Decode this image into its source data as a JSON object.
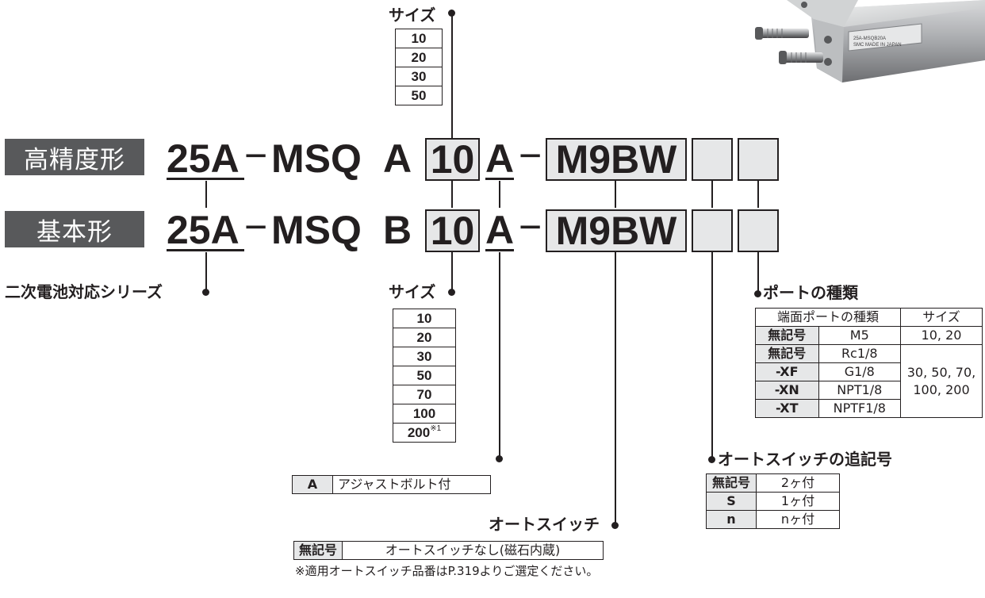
{
  "model_rows": {
    "high_precision": {
      "badge": "高精度形",
      "prefix": "25A",
      "dash1": "−",
      "series": "MSQ",
      "type": "A",
      "size": "10",
      "adjust": "A",
      "dash2": "−",
      "switch": "M9BW"
    },
    "basic": {
      "badge": "基本形",
      "prefix": "25A",
      "dash1": "−",
      "series": "MSQ",
      "type": "B",
      "size": "10",
      "adjust": "A",
      "dash2": "−",
      "switch": "M9BW"
    }
  },
  "top_size": {
    "label": "サイズ",
    "values": [
      "10",
      "20",
      "30",
      "50"
    ]
  },
  "battery_series": {
    "label": "二次電池対応シリーズ"
  },
  "bottom_size": {
    "label": "サイズ",
    "values": [
      "10",
      "20",
      "30",
      "50",
      "70",
      "100",
      "200"
    ],
    "footnote_mark": "※1"
  },
  "adjust_bolt": {
    "code": "A",
    "description": "アジャストボルト付"
  },
  "auto_switch": {
    "label": "オートスイッチ",
    "code": "無記号",
    "description": "オートスイッチなし(磁石内蔵)",
    "note": "※適用オートスイッチ品番はP.319よりご選定ください。"
  },
  "port_type": {
    "label": "ポートの種類",
    "header": [
      "端面ポートの種類",
      "サイズ"
    ],
    "rows": [
      {
        "code": "無記号",
        "port": "M5",
        "size": "10, 20"
      },
      {
        "code": "無記号",
        "port": "Rc1/8"
      },
      {
        "code": "-XF",
        "port": "G1/8"
      },
      {
        "code": "-XN",
        "port": "NPT1/8"
      },
      {
        "code": "-XT",
        "port": "NPTF1/8"
      }
    ],
    "merged_size": "30, 50, 70, 100, 200"
  },
  "switch_suffix": {
    "label": "オートスイッチの追記号",
    "rows": [
      {
        "code": "無記号",
        "value": "2ヶ付"
      },
      {
        "code": "S",
        "value": "1ヶ付"
      },
      {
        "code": "n",
        "value": "nヶ付"
      }
    ]
  },
  "product_image": {
    "icon": "rotary-actuator-photo",
    "label_lines": [
      "25A-MSQB20A",
      "SMC",
      "MADE IN JAPAN"
    ]
  }
}
